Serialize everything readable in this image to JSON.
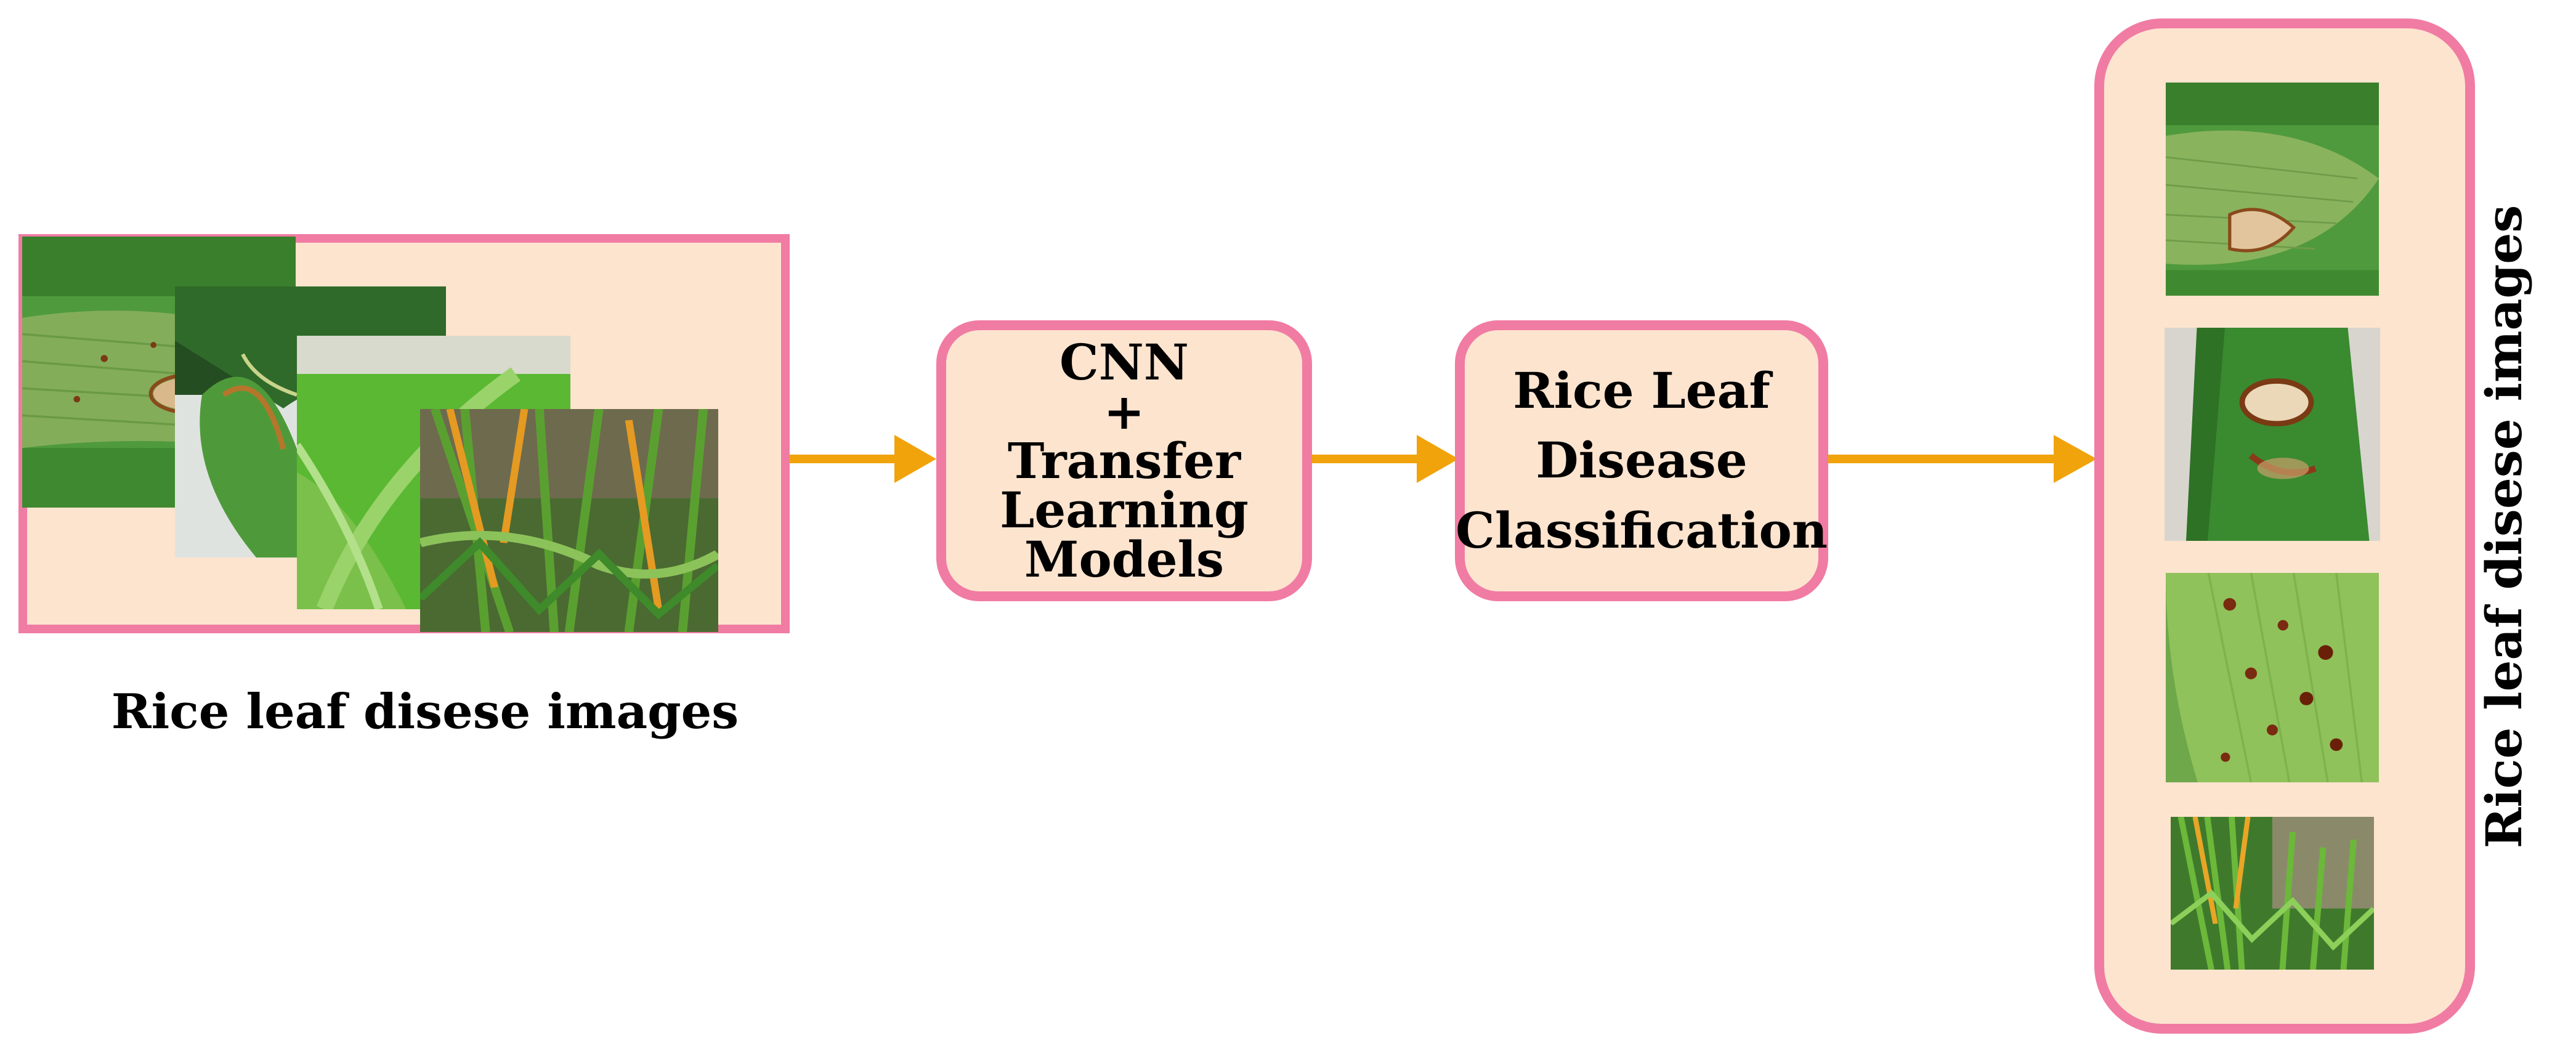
{
  "input_group": {
    "caption": "Rice leaf disese images",
    "thumbnails": [
      "leaf-brown-spot-thumbnail",
      "leaf-curled-thumbnail",
      "leaf-bright-green-thumbnail",
      "rice-plant-thumbnail"
    ]
  },
  "process_1": {
    "lines": [
      "CNN",
      "+",
      "Transfer",
      "Learning",
      "Models"
    ]
  },
  "process_2": {
    "lines": [
      "Rice Leaf",
      "Disease",
      "Classification"
    ]
  },
  "output_group": {
    "label": "Rice leaf disese images",
    "thumbnails": [
      "output-leaf-blast-thumbnail",
      "output-torn-leaf-thumbnail",
      "output-spotted-leaf-thumbnail",
      "output-rice-plant-thumbnail"
    ]
  },
  "colors": {
    "border": "#f07ca3",
    "fill": "#fde4cf",
    "arrow": "#f0a30a"
  }
}
